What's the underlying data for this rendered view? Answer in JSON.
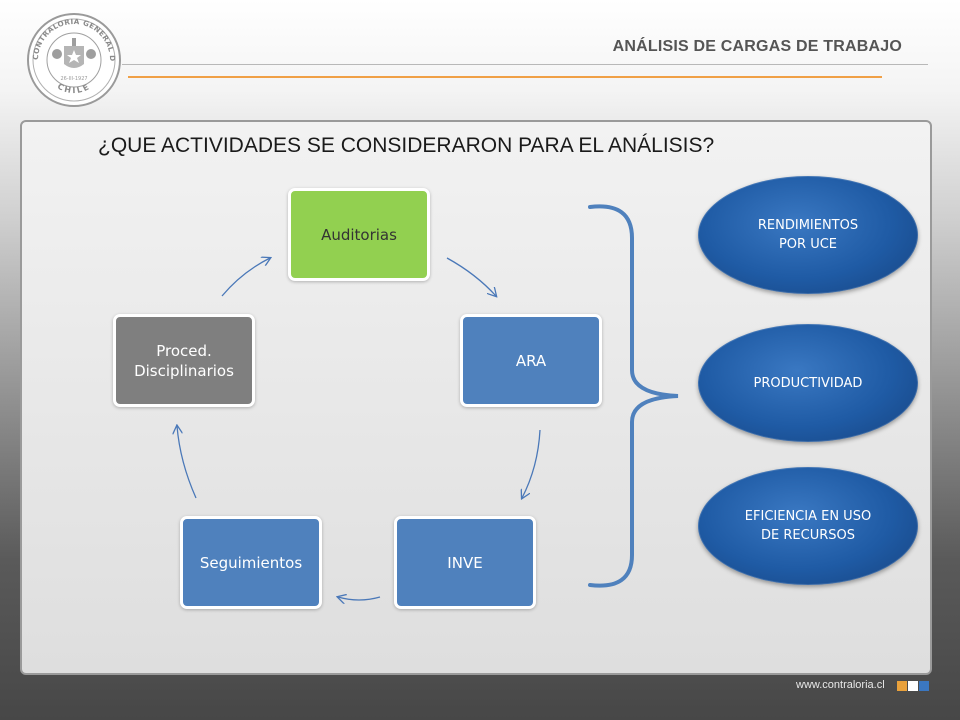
{
  "header": {
    "title": "ANÁLISIS DE CARGAS DE TRABAJO"
  },
  "logo": {
    "top_text": "CONTRALORIA GENERAL DE LA REPUBLICA",
    "bottom_text": "CHILE",
    "date": "26-III-1927"
  },
  "question": "¿QUE ACTIVIDADES SE CONSIDERARON PARA EL ANÁLISIS?",
  "cycle": {
    "nodes": [
      {
        "label": "Auditorias",
        "color": "#92d050"
      },
      {
        "label": "ARA",
        "color": "#4f81bd"
      },
      {
        "label": "INVE",
        "color": "#4f81bd"
      },
      {
        "label": "Seguimientos",
        "color": "#4f81bd"
      },
      {
        "label": "Proced. Disciplinarios",
        "color": "#7f7f7f"
      }
    ]
  },
  "results": [
    {
      "label": "RENDIMIENTOS POR UCE"
    },
    {
      "label": "PRODUCTIVIDAD"
    },
    {
      "label": "EFICIENCIA EN USO DE RECURSOS"
    }
  ],
  "colors": {
    "accent_orange": "#f0a046",
    "node_blue": "#4f81bd",
    "arrow_blue": "#4a78b8",
    "brace_blue": "#4f81bd",
    "oval_blue": "#1f5ba5"
  },
  "footer": {
    "url": "www.contraloria.cl"
  }
}
